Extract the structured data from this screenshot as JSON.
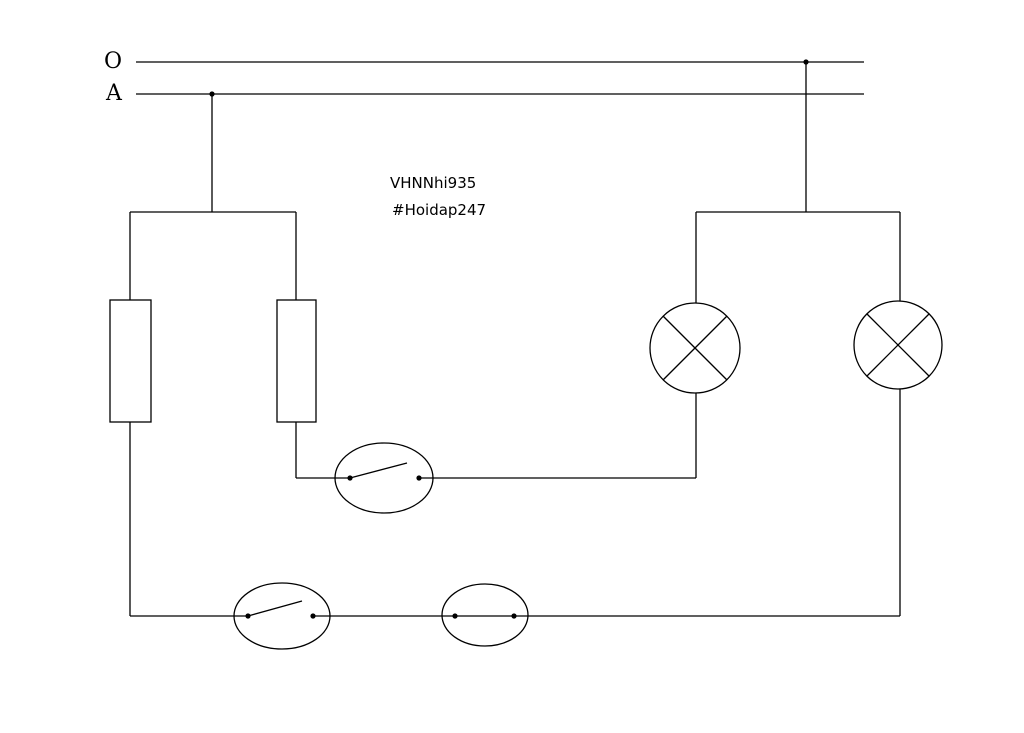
{
  "rails": {
    "neutral_label": "O",
    "phase_label": "A"
  },
  "watermark": {
    "line1": "VHNNhi935",
    "line2": "#Hoidap247"
  },
  "colors": {
    "line": "#000000",
    "background": "#ffffff"
  },
  "components": {
    "fuses": 2,
    "lamps": 2,
    "open_switches": 2,
    "closed_switches": 1
  }
}
